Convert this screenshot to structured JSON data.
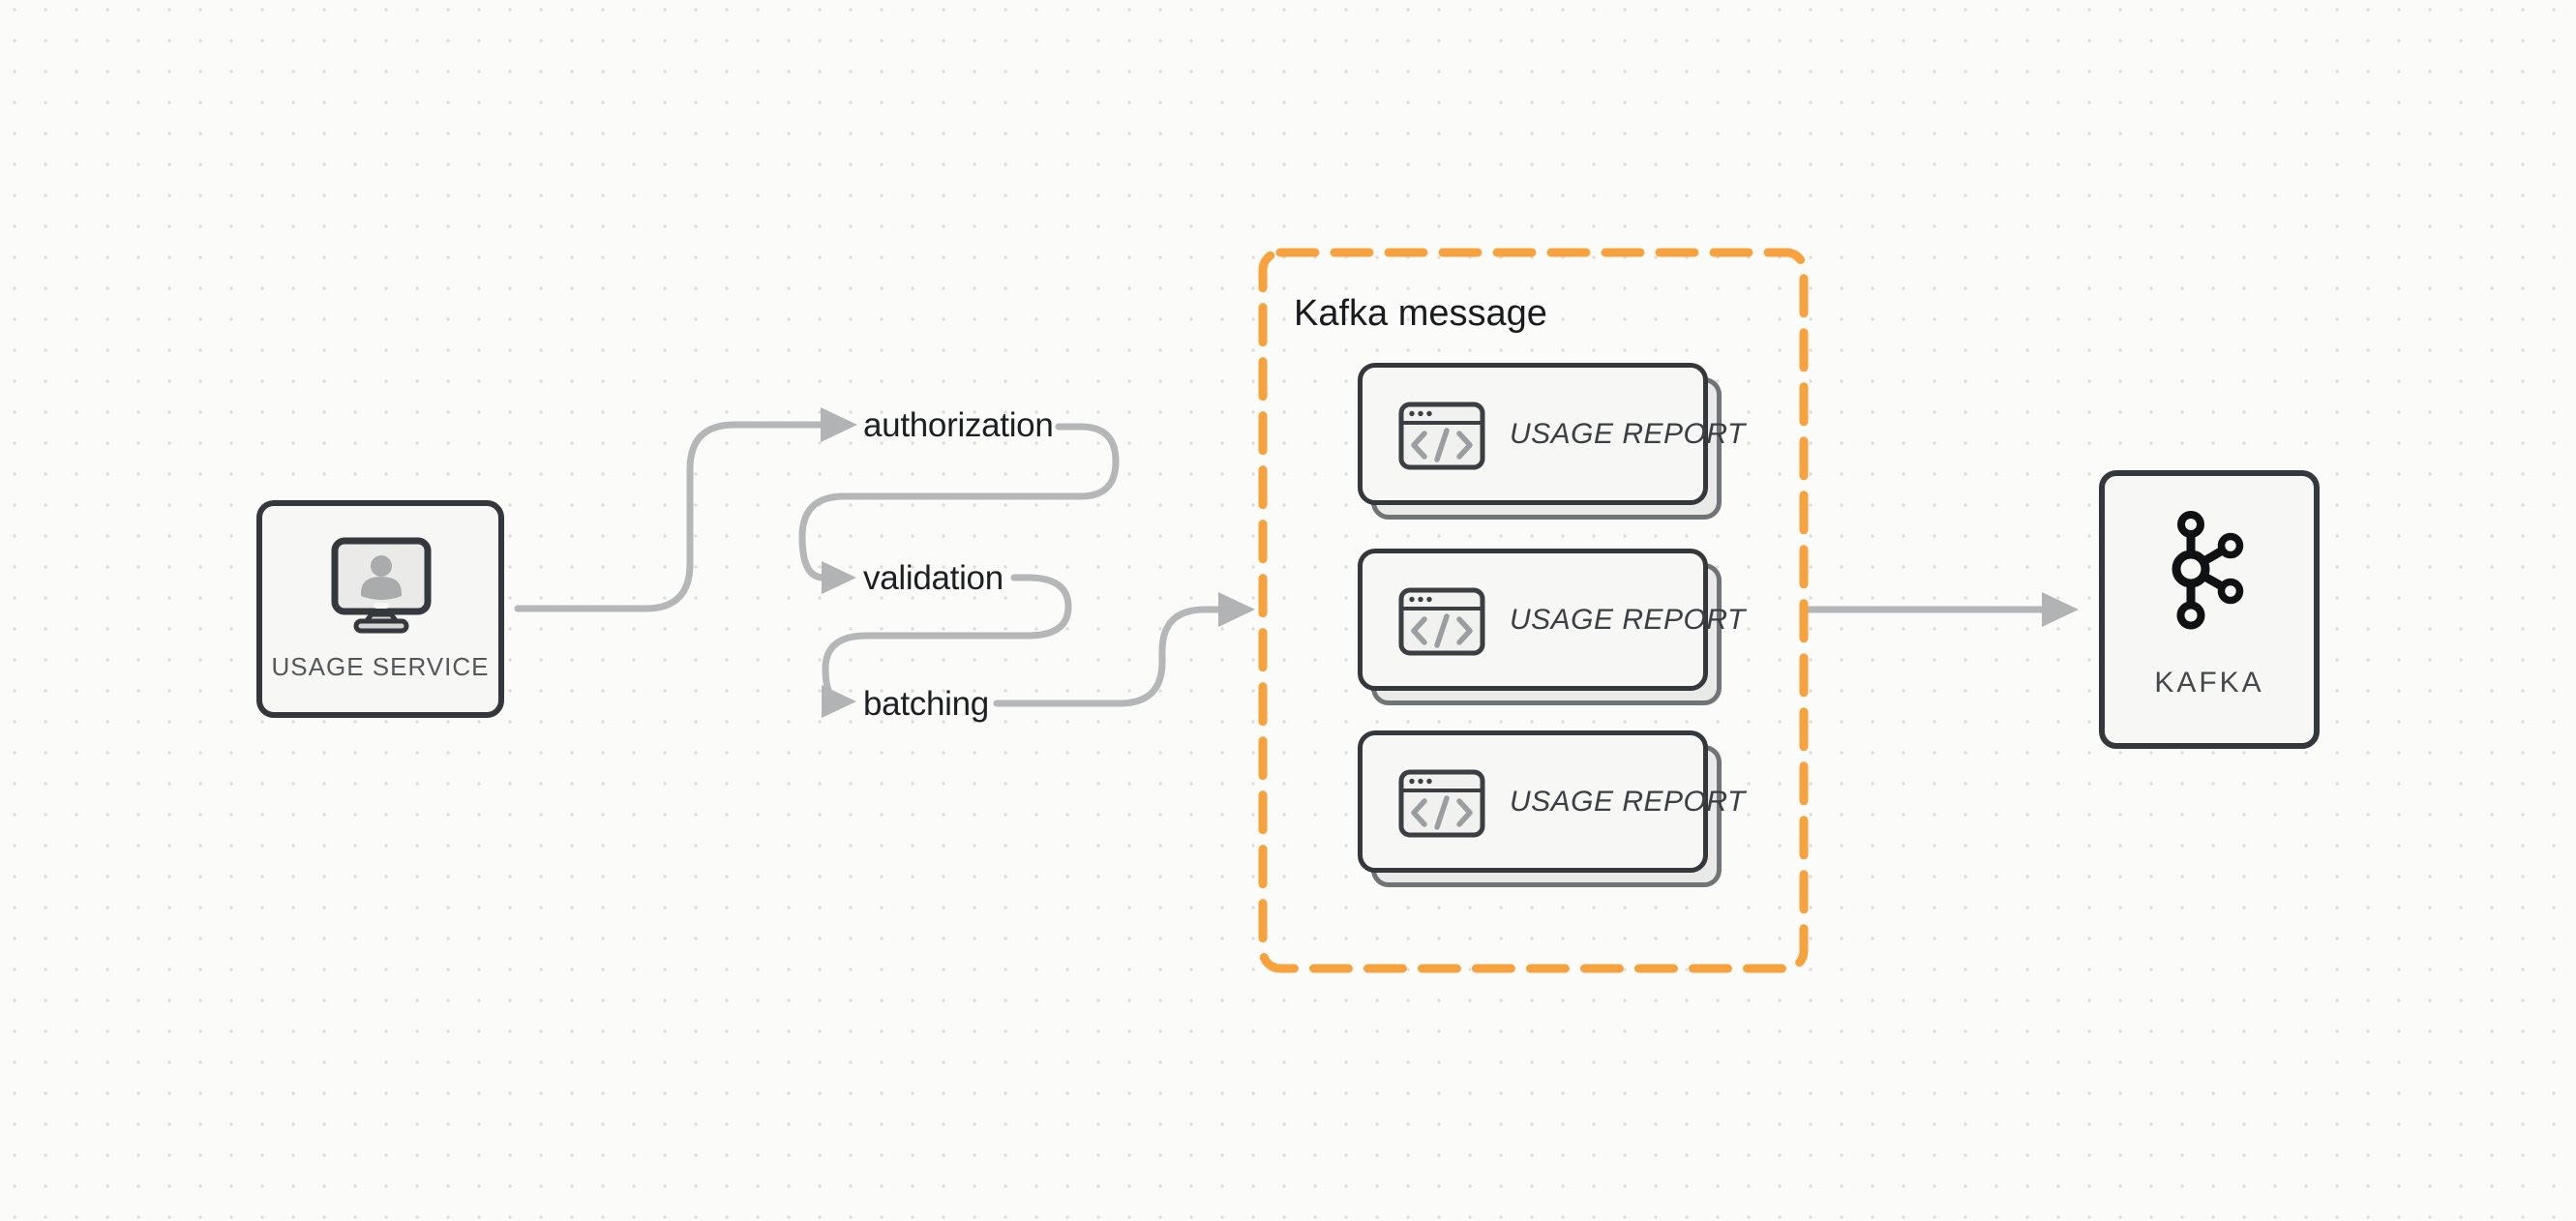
{
  "diagram": {
    "source": {
      "label": "USAGE SERVICE"
    },
    "steps": [
      {
        "label": "authorization"
      },
      {
        "label": "validation"
      },
      {
        "label": "batching"
      }
    ],
    "message_group": {
      "title": "Kafka message",
      "cards": [
        {
          "label": "USAGE REPORT"
        },
        {
          "label": "USAGE REPORT"
        },
        {
          "label": "USAGE REPORT"
        }
      ]
    },
    "sink": {
      "label": "KAFKA"
    }
  },
  "colors": {
    "accent_orange": "#F8A23D",
    "arrow_gray": "#b5b6b7",
    "ink_dark": "#34373b",
    "background": "#fbfbfa"
  }
}
